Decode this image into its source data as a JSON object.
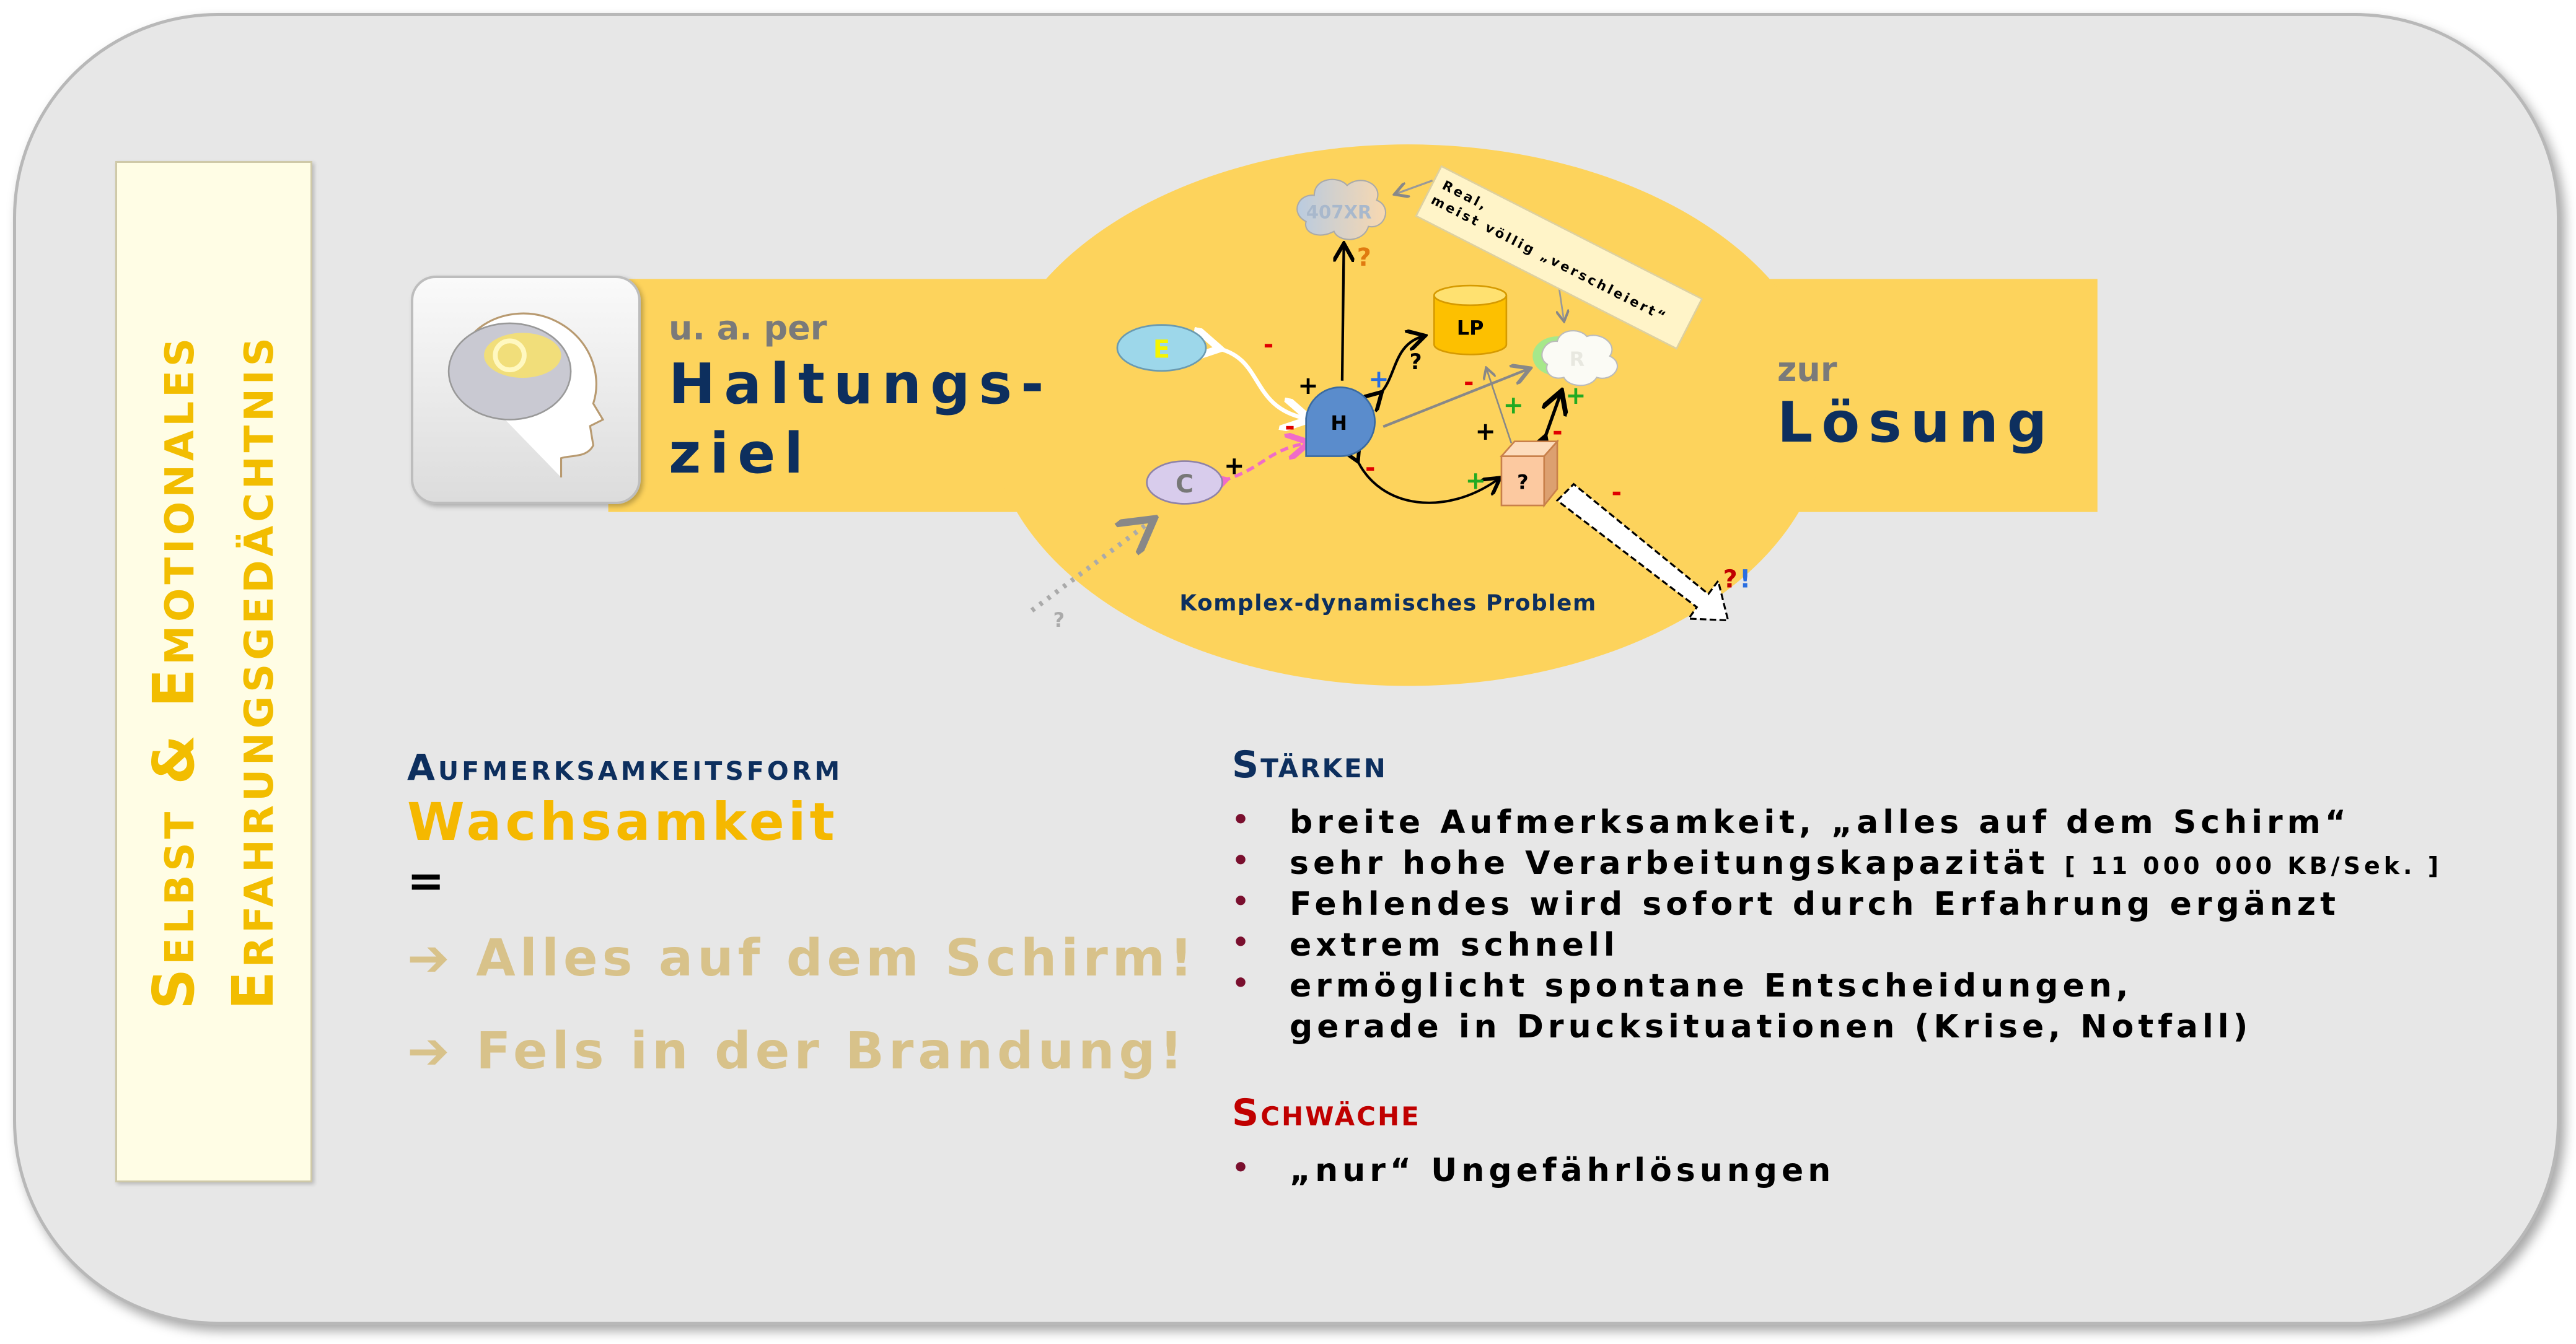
{
  "side_label": {
    "line1": "Selbst & Emotionales",
    "line2": "Erfahrungsgedächtnis"
  },
  "band": {
    "prefix": "u. a. per",
    "goal_line1": "Haltungs-",
    "goal_line2": "ziel",
    "to_prefix": "zur",
    "to_target": "Lösung"
  },
  "diagram": {
    "title": "Komplex-dynamisches Problem",
    "nodes": {
      "e": "E",
      "h": "H",
      "c": "C",
      "lp": "LP",
      "cloud_top": "407XR",
      "cloud_right": "R",
      "box": "?"
    },
    "note": {
      "line1": "Real,",
      "line2": "meist völlig „verschleiert“"
    },
    "marks": {
      "q": "?",
      "plus": "+",
      "minus": "-",
      "qe_q": "?",
      "qe_e": "!"
    }
  },
  "left_panel": {
    "heading": "Aufmerksamkeitsform",
    "mode": "Wachsamkeit",
    "equals": "=",
    "arrow_icon": "➔",
    "points": [
      "Alles auf dem Schirm!",
      "Fels in der Brandung!"
    ]
  },
  "strengths": {
    "heading": "Stärken",
    "bullet": "•",
    "items": [
      {
        "text": "breite Aufmerksamkeit, „alles auf dem Schirm“"
      },
      {
        "text": "sehr hohe Verarbeitungskapazität",
        "note": "[ 11 000 000 KB/Sek. ]"
      },
      {
        "text": "Fehlendes wird sofort durch Erfahrung ergänzt"
      },
      {
        "text": "extrem schnell"
      },
      {
        "text": "ermöglicht spontane Entscheidungen,",
        "cont": "gerade in Drucksituationen (Krise, Notfall)"
      }
    ]
  },
  "weakness": {
    "heading": "Schwäche",
    "items": [
      "„nur“ Ungefährlösungen"
    ]
  },
  "colors": {
    "navy": "#0d2f5e",
    "gold": "#f5b800",
    "band": "#fdd35c",
    "tan": "#d8c28a",
    "red": "#c00000",
    "bg": "#e7e7e7"
  }
}
